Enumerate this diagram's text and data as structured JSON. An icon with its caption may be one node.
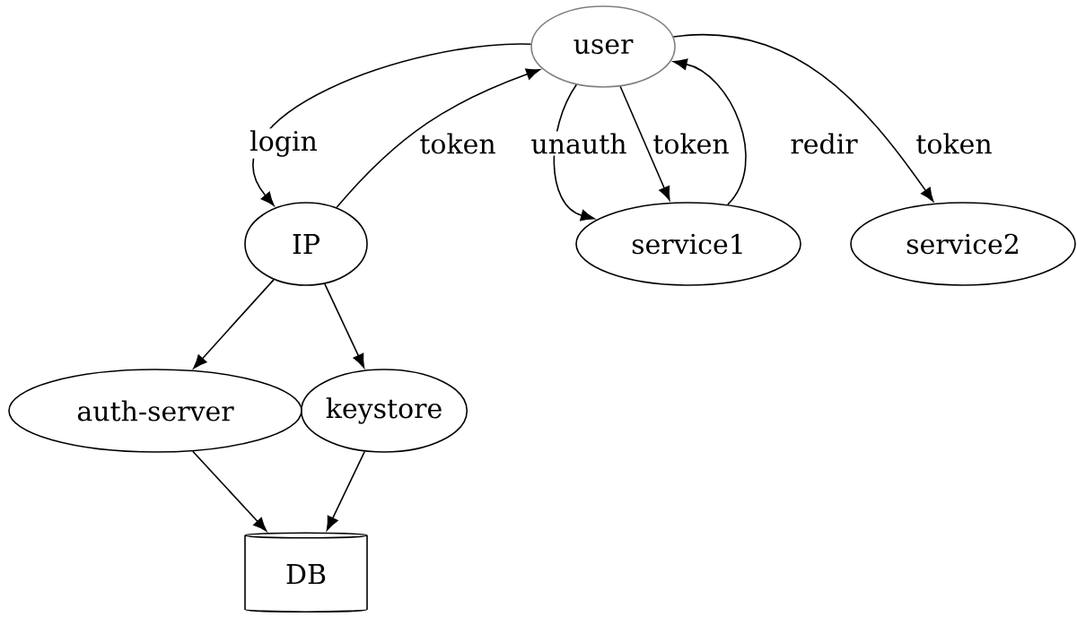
{
  "diagram": {
    "nodes": [
      {
        "text": [
          "user"
        ]
      },
      {
        "text": [
          "IP"
        ]
      },
      {
        "text": [
          "service1"
        ]
      },
      {
        "text": [
          "service2"
        ]
      },
      {
        "text": [
          "auth-server"
        ]
      },
      {
        "text": [
          "keystore"
        ]
      },
      {
        "text": [
          "DB"
        ]
      }
    ],
    "edges": [
      {
        "from": 0,
        "to": 1,
        "arrow": "to",
        "label": "login"
      },
      {
        "from": 1,
        "to": 0,
        "arrow": "to",
        "label": "token"
      },
      {
        "from": 0,
        "to": 2,
        "arrow": "to",
        "label": "unauth"
      },
      {
        "from": 0,
        "to": 2,
        "arrow": "to",
        "label": "token"
      },
      {
        "from": 2,
        "to": 0,
        "arrow": "to",
        "label": "redir"
      },
      {
        "from": 0,
        "to": 3,
        "arrow": "to",
        "label": "token"
      },
      {
        "from": 1,
        "to": 4,
        "arrow": "to"
      },
      {
        "from": 1,
        "to": 5,
        "arrow": "to"
      },
      {
        "from": 4,
        "to": 6,
        "arrow": "to"
      },
      {
        "from": 5,
        "to": 6,
        "arrow": "to"
      }
    ]
  }
}
